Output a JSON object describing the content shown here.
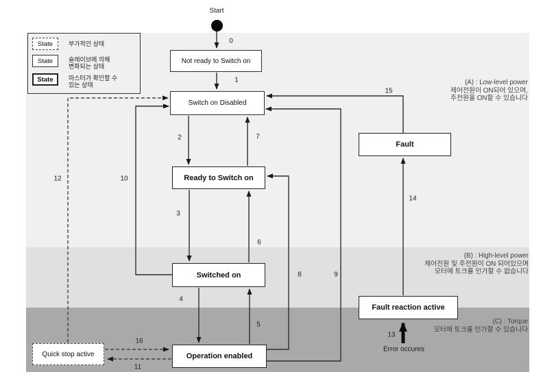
{
  "start": {
    "label": "Start"
  },
  "states": {
    "not_ready": "Not ready to Switch on",
    "switch_on_disabled": "Switch on Disabled",
    "ready": "Ready to Switch on",
    "switched_on": "Switched on",
    "operation_enabled": "Operation enabled",
    "quick_stop": "Quick stop active",
    "fault": "Fault",
    "fault_reaction": "Fault reaction active"
  },
  "transitions": {
    "t0": "0",
    "t1": "1",
    "t2": "2",
    "t3": "3",
    "t4": "4",
    "t5": "5",
    "t6": "6",
    "t7": "7",
    "t8": "8",
    "t9": "9",
    "t10": "10",
    "t11": "11",
    "t12": "12",
    "t13": "13",
    "t14": "14",
    "t15": "15",
    "t16": "16"
  },
  "error_label": "Error occures",
  "legend": {
    "items": [
      {
        "box": "State",
        "style": "dashed",
        "desc1": "부가적인 상태",
        "desc2": ""
      },
      {
        "box": "State",
        "style": "solid",
        "desc1": "슬레이브에 의해",
        "desc2": "변화되는 상태"
      },
      {
        "box": "State",
        "style": "bold",
        "desc1": "마스터가 확인할 수",
        "desc2": "있는 상태"
      }
    ]
  },
  "annotations": {
    "a": {
      "title": "(A) : Low-level power",
      "line1": "제어전원이 ON되어 있으며,",
      "line2": "주전원을 ON할 수 있습니다"
    },
    "b": {
      "title": "(B) : High-level power",
      "line1": "제어전원 및 주전원이 ON 되어있으며",
      "line2": "모터에 토크를 인가할 수 없습니다"
    },
    "c": {
      "title": "(C) : Torque",
      "line1": "모터에 토크를 인가할 수 있습니다"
    }
  },
  "colors": {
    "band_a": "#f0f0f0",
    "band_b": "#e0e0e0",
    "band_c": "#a9a9a9",
    "annotation_text": "#3e3e46",
    "line": "#2e2e2e"
  }
}
